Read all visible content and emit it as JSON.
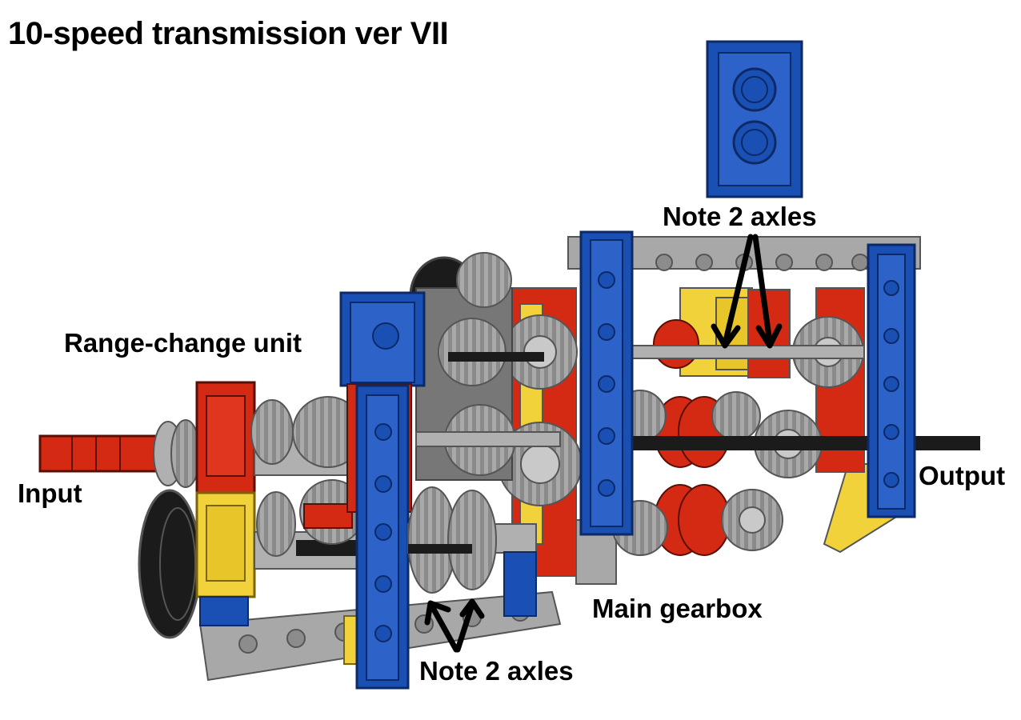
{
  "title": "10-speed transmission ver VII",
  "labels": {
    "range_change_unit": "Range-change unit",
    "input": "Input",
    "output": "Output",
    "main_gearbox": "Main gearbox",
    "note_axles_top": "Note 2 axles",
    "note_axles_bottom": "Note 2 axles"
  },
  "colors": {
    "technic_blue": "#1a4fb4",
    "technic_red": "#d42a14",
    "technic_yellow": "#f2d23a",
    "gear_gray": "#a3a3a3",
    "dark_gray": "#6e6e6e",
    "black": "#1b1b1b"
  }
}
